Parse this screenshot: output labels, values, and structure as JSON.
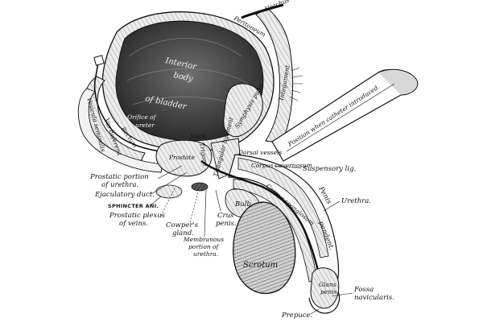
{
  "labels": {
    "urachus": "Urachus",
    "peritoneum": "Peritoneum",
    "bladder_l1": "Interior",
    "bladder_l2": "body",
    "bladder_l3": "of bladder",
    "integument": "Integument",
    "symphysis_pubis": "Symphysis pubis",
    "position_catheter": "Position when catheter introduced.",
    "vesicula_seminalis": "Vesicula seminalis",
    "vas_deferens": "Vas deferens",
    "rectum": "Rectum",
    "orifice_ureter_1": "Orifice of",
    "orifice_ureter_2": "ureter",
    "neck": "Neck",
    "prostate": "Prostate",
    "trigone": "Trigone",
    "triangular_ligament": "Triangular ligament",
    "dorsal_vessels": "Dorsal vessels",
    "corpus_cavernosum": "Corpus cavernosum",
    "suspensory_lig": "Suspensory lig.",
    "prostatic_portion_1": "Prostatic portion",
    "prostatic_portion_2": "of urethra.",
    "ejaculatory_duct": "Ejaculatory duct.",
    "sphincter_ani": "SPHINCTER ANI.",
    "prostatic_plexus_1": "Prostatic plexus",
    "prostatic_plexus_2": "of veins.",
    "bulb": "Bulb",
    "corpus_spongiosum": "Corpus spongiosum",
    "penis": "Penis",
    "pendent": "pendent.",
    "urethra": "Urethra.",
    "cowpers_gland_1": "Cowper's",
    "cowpers_gland_2": "gland.",
    "crus_penis_1": "Crus",
    "crus_penis_2": "penis.",
    "membranous_1": "Membranous",
    "membranous_2": "portion of",
    "membranous_3": "urethra.",
    "scrotum": "Scrotum",
    "glans_penis_1": "Glans",
    "glans_penis_2": "penis",
    "fossa_navicularis_1": "Fossa",
    "fossa_navicularis_2": "navicularis.",
    "prepuce": "Prepuce."
  }
}
